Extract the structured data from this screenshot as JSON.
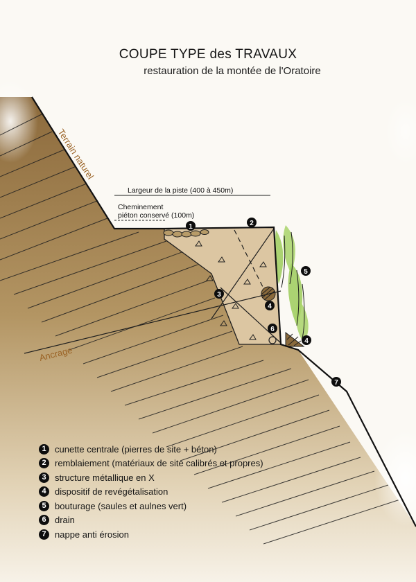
{
  "header": {
    "title": "COUPE TYPE des TRAVAUX",
    "subtitle": "restauration de la montée de l'Oratoire"
  },
  "labels": {
    "terrain": "Terrain naturel",
    "piste_width": "Largeur de la piste (400 à 450m)",
    "cheminement_line1": "Cheminement",
    "cheminement_line2": "piéton conservé (100m)",
    "ancrage": "Ancrage"
  },
  "markers": [
    {
      "number": "1"
    },
    {
      "number": "2"
    },
    {
      "number": "3"
    },
    {
      "number": "4"
    },
    {
      "number": "4"
    },
    {
      "number": "5"
    },
    {
      "number": "6"
    },
    {
      "number": "7"
    }
  ],
  "legend": [
    {
      "number": "1",
      "text": "cunette centrale (pierres de site + béton)"
    },
    {
      "number": "2",
      "text": "remblaiement (matériaux de site calibrés et propres)"
    },
    {
      "number": "3",
      "text": "structure métallique en X"
    },
    {
      "number": "4",
      "text": "dispositif de revégétalisation"
    },
    {
      "number": "5",
      "text": "bouturage (saules et aulnes vert)"
    },
    {
      "number": "6",
      "text": "drain"
    },
    {
      "number": "7",
      "text": "nappe anti érosion"
    }
  ],
  "colors": {
    "soil_dark": "#8c6a3c",
    "soil_light": "#f5efe2",
    "fill_area": "#dcc6a2",
    "label_brown": "#9a6224",
    "vegetation": "#9ccc5a"
  }
}
